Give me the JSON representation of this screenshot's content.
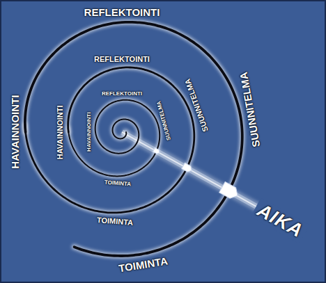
{
  "diagram": {
    "labels": [
      "REFLEKTOINTI",
      "HAVAINNOINTI",
      "REFLEKTOINTI",
      "HAVAINNOINTI",
      "REFLEKTOINTI",
      "HAVAINNOINTI",
      "SUUNNITELMA",
      "TOIMINTA",
      "SUUNNITELMA",
      "TOIMINTA",
      "SUUNNITELMA",
      "TOIMINTA",
      "AIKA"
    ]
  }
}
